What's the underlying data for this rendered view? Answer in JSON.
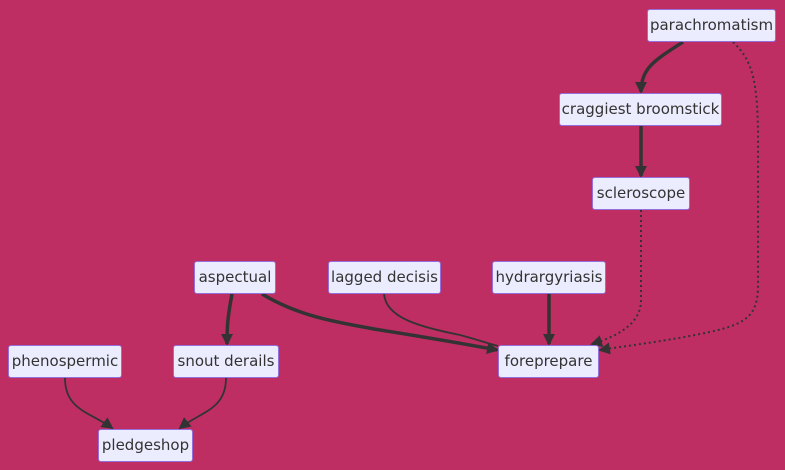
{
  "diagram": {
    "colors": {
      "background": "#bf2e62",
      "node_fill": "#ececff",
      "node_border": "#9370db",
      "edge": "#333333",
      "text": "#333333"
    },
    "nodes": [
      {
        "id": "parachromatism",
        "label": "parachromatism"
      },
      {
        "id": "craggiest-broomstick",
        "label": "craggiest broomstick"
      },
      {
        "id": "scleroscope",
        "label": "scleroscope"
      },
      {
        "id": "aspectual",
        "label": "aspectual"
      },
      {
        "id": "lagged-decisis",
        "label": "lagged decisis"
      },
      {
        "id": "hydrargyriasis",
        "label": "hydrargyriasis"
      },
      {
        "id": "phenospermic",
        "label": "phenospermic"
      },
      {
        "id": "snout-derails",
        "label": "snout derails"
      },
      {
        "id": "foreprepare",
        "label": "foreprepare"
      },
      {
        "id": "pledgeshop",
        "label": "pledgeshop"
      }
    ],
    "edges": [
      {
        "from": "parachromatism",
        "to": "craggiest-broomstick",
        "style": "thick",
        "arrow": true
      },
      {
        "from": "parachromatism",
        "to": "foreprepare",
        "style": "dotted",
        "arrow": true
      },
      {
        "from": "craggiest-broomstick",
        "to": "scleroscope",
        "style": "thick",
        "arrow": true
      },
      {
        "from": "scleroscope",
        "to": "foreprepare",
        "style": "dotted",
        "arrow": true
      },
      {
        "from": "aspectual",
        "to": "snout-derails",
        "style": "thick",
        "arrow": true
      },
      {
        "from": "aspectual",
        "to": "foreprepare",
        "style": "thick",
        "arrow": true
      },
      {
        "from": "lagged-decisis",
        "to": "foreprepare",
        "style": "normal",
        "arrow": false
      },
      {
        "from": "hydrargyriasis",
        "to": "foreprepare",
        "style": "thick",
        "arrow": true
      },
      {
        "from": "phenospermic",
        "to": "pledgeshop",
        "style": "normal",
        "arrow": true
      },
      {
        "from": "snout-derails",
        "to": "pledgeshop",
        "style": "normal",
        "arrow": true
      }
    ]
  }
}
